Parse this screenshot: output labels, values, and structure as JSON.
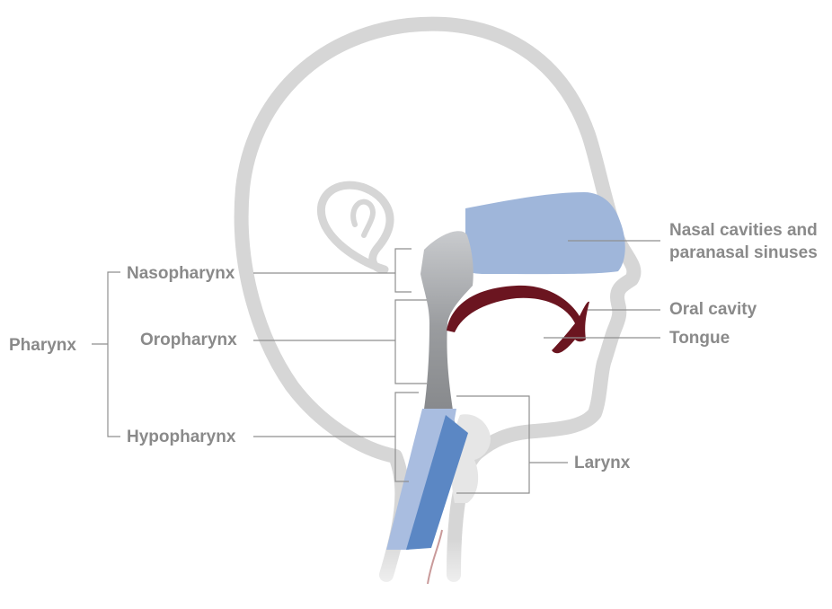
{
  "labels": {
    "pharynx": "Pharynx",
    "nasopharynx": "Nasopharynx",
    "oropharynx": "Oropharynx",
    "hypopharynx": "Hypopharynx",
    "larynx": "Larynx",
    "nasal_line1": "Nasal cavities and",
    "nasal_line2": "paranasal sinuses",
    "oral_cavity": "Oral cavity",
    "tongue": "Tongue"
  },
  "colors": {
    "background": "#ffffff",
    "head_outline": "#d6d6d6",
    "label_text": "#8a8a8a",
    "leader_lines": "#8f8f8f",
    "nasal_cavity": "#9fb6da",
    "pharynx_tube": "#8c8e91",
    "oral_cavity": "#6b1520",
    "trachea_light": "#a9bde0",
    "esophagus_blue": "#5b87c4",
    "larynx_cartilage": "#e6e6e6"
  }
}
